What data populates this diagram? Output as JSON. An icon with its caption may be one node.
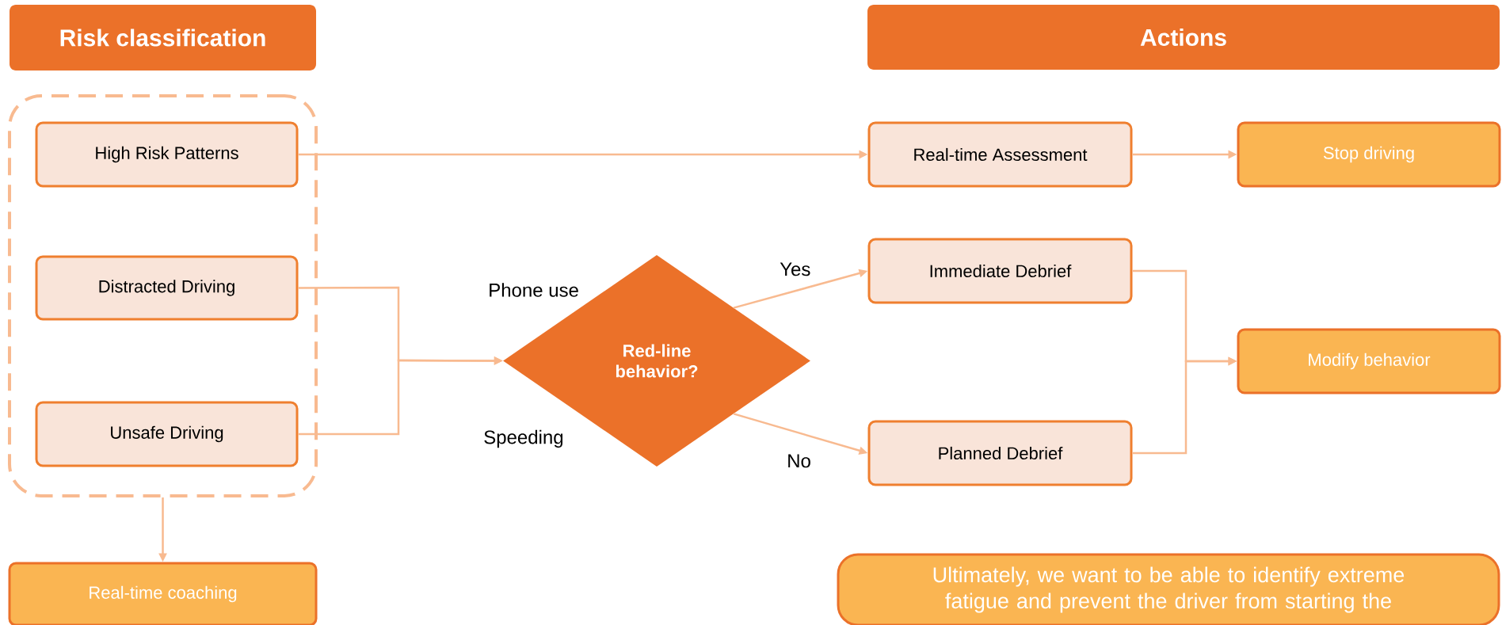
{
  "diagram": {
    "nodes": [
      {
        "text": [
          "Risk classification"
        ]
      },
      {
        "text": [
          "Actions"
        ]
      },
      {
        "text": [],
        "shape": "box"
      },
      {
        "text": [
          "High Risk Patterns"
        ],
        "in": 2
      },
      {
        "text": [
          "Distracted Driving"
        ],
        "in": 2
      },
      {
        "text": [
          "Unsafe Driving"
        ],
        "in": 2
      },
      {
        "text": [
          "Red-line behavior?"
        ]
      },
      {
        "text": [
          "Real-time Assessment"
        ]
      },
      {
        "text": [
          "Stop driving"
        ]
      },
      {
        "text": [
          "Immediate Debrief"
        ]
      },
      {
        "text": [
          "Planned Debrief"
        ]
      },
      {
        "text": [
          "Modify behavior"
        ]
      },
      {
        "text": [
          "Real-time coaching"
        ]
      },
      {
        "text": [
          "Ultimately, we want to be able to identify extreme fatigue and prevent the driver from starting the"
        ]
      }
    ],
    "edges": [
      {
        "from": 3,
        "to": 7,
        "arrow": "to"
      },
      {
        "from": 4,
        "to": 6,
        "arrow": "to",
        "label": "Phone use"
      },
      {
        "from": 5,
        "to": 6,
        "arrow": "to",
        "label": "Speeding"
      },
      {
        "from": 6,
        "to": 9,
        "arrow": "to",
        "label": "Yes"
      },
      {
        "from": 6,
        "to": 10,
        "arrow": "to",
        "label": "No"
      },
      {
        "from": 7,
        "to": 8,
        "arrow": "to"
      },
      {
        "from": 9,
        "to": 11,
        "arrow": "to"
      },
      {
        "from": 10,
        "to": 11,
        "arrow": "to"
      },
      {
        "from": 2,
        "to": 12,
        "arrow": "to"
      }
    ]
  }
}
